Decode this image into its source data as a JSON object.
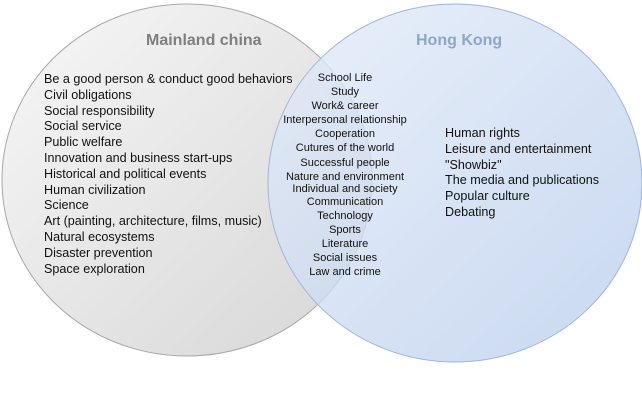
{
  "left": {
    "title": "Mainland china",
    "items": [
      "Be a good person & conduct good behaviors",
      "Civil obligations",
      "Social responsibility",
      "Social service",
      "Public welfare",
      "Innovation and business start-ups",
      "Historical and political events",
      "Human civilization",
      "Science",
      "Art (painting, architecture, films, music)",
      "Natural ecosystems",
      "Disaster prevention",
      "Space exploration"
    ]
  },
  "right": {
    "title": "Hong Kong",
    "items": [
      "Human rights",
      "Leisure and entertainment",
      "\"Showbiz\"",
      "The media and publications",
      "Popular culture",
      "Debating"
    ]
  },
  "overlap": {
    "items": [
      "School Life",
      "Study",
      "Work& career",
      "Interpersonal relationship",
      "Cooperation",
      "Cutures of the world",
      "Successful people",
      "Nature and environment",
      "Individual and society",
      "Communication",
      "Technology",
      "Sports",
      "Literature",
      "Social issues",
      "Law and crime"
    ]
  },
  "colors": {
    "left_fill": "#e6e6e6",
    "right_fill": "#c9d9f0",
    "left_title": "#7f7f7f",
    "right_title": "#8ea6c8"
  }
}
